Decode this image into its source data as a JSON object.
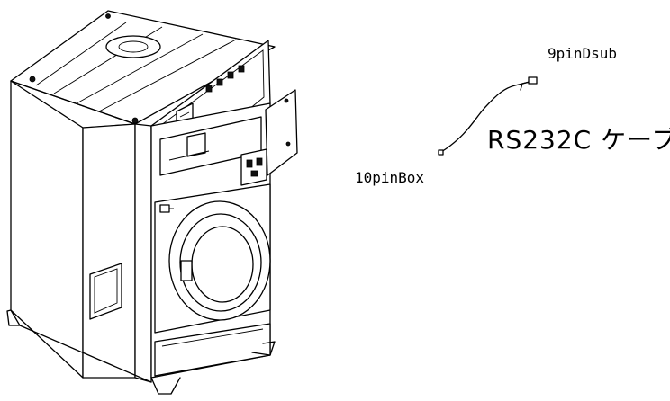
{
  "labels": {
    "connector_9pin": "9pinDsub",
    "cable": "RS232C ケーブ",
    "connector_10pin": "10pinBox"
  }
}
